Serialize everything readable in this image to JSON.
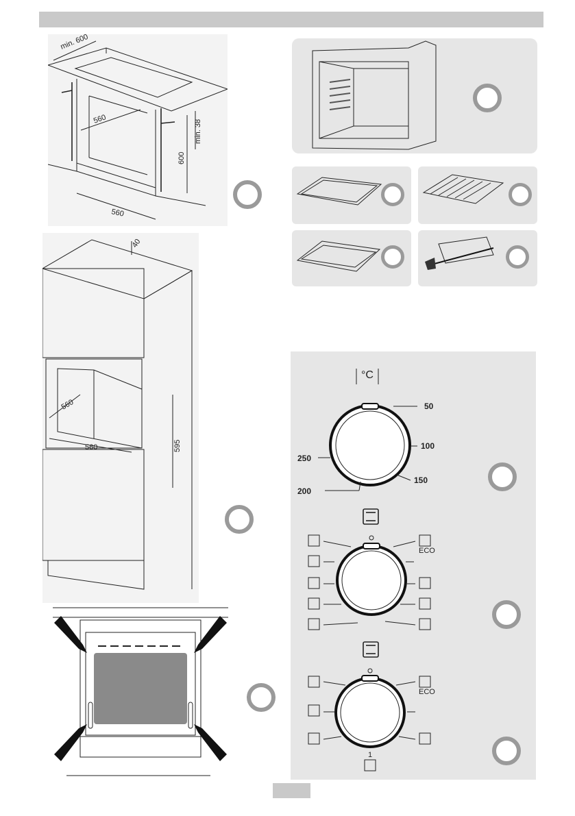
{
  "figure1": {
    "dims": [
      "min. 600",
      "560",
      "600",
      "min. 38",
      "560"
    ]
  },
  "figure2": {
    "dims": [
      "40",
      "560",
      "560",
      "595"
    ]
  },
  "thermostat": {
    "unit_symbol": "°C",
    "labels": [
      "50",
      "100",
      "150",
      "200",
      "250"
    ]
  },
  "selector1": {
    "eco_label": "ECO"
  },
  "selector2": {
    "eco_label": "ECO",
    "position_number": "1"
  },
  "colors": {
    "header_bar": "#c9c9c9",
    "panel": "#e6e6e6",
    "ring": "#9a9a9a"
  }
}
